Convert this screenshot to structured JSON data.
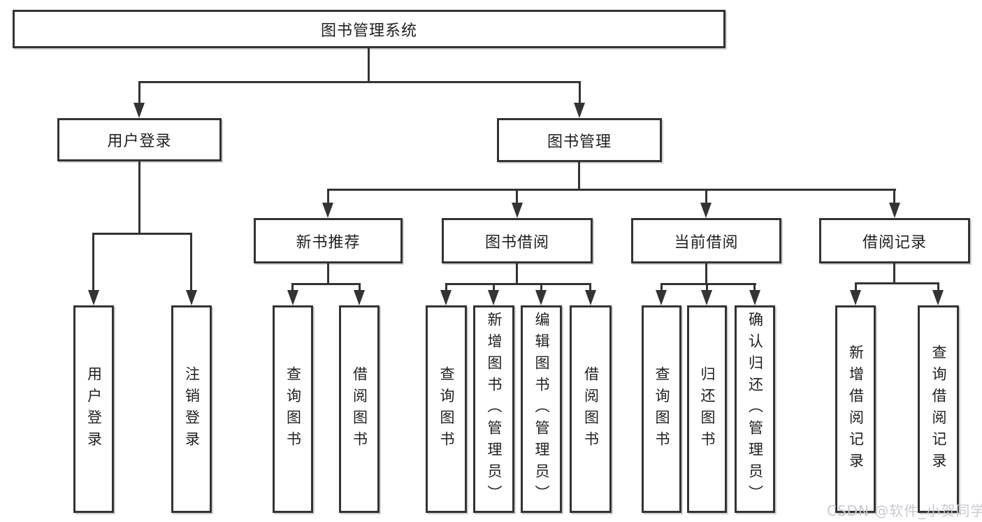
{
  "title": "图书管理系统",
  "tree": {
    "root": {
      "label": "图书管理系统"
    },
    "branches": [
      {
        "label": "用户登录",
        "children": [
          {
            "label": "用户登录"
          },
          {
            "label": "注销登录"
          }
        ]
      },
      {
        "label": "图书管理",
        "children": [
          {
            "label": "新书推荐",
            "children": [
              {
                "label": "查询图书"
              },
              {
                "label": "借阅图书"
              }
            ]
          },
          {
            "label": "图书借阅",
            "children": [
              {
                "label": "查询图书"
              },
              {
                "label": "新增图书（管理员）"
              },
              {
                "label": "编辑图书（管理员）"
              },
              {
                "label": "借阅图书"
              }
            ]
          },
          {
            "label": "当前借阅",
            "children": [
              {
                "label": "查询图书"
              },
              {
                "label": "归还图书"
              },
              {
                "label": "确认归还（管理员）"
              }
            ]
          },
          {
            "label": "借阅记录",
            "children": [
              {
                "label": "新增借阅记录"
              },
              {
                "label": "查询借阅记录"
              }
            ]
          }
        ]
      }
    ]
  },
  "watermark": {
    "text": "CSDN @软件_小贺同学"
  },
  "colors": {
    "line": "#333333",
    "text": "#1f1f1f",
    "watermark": "#c8cad0",
    "background": "#ffffff"
  }
}
